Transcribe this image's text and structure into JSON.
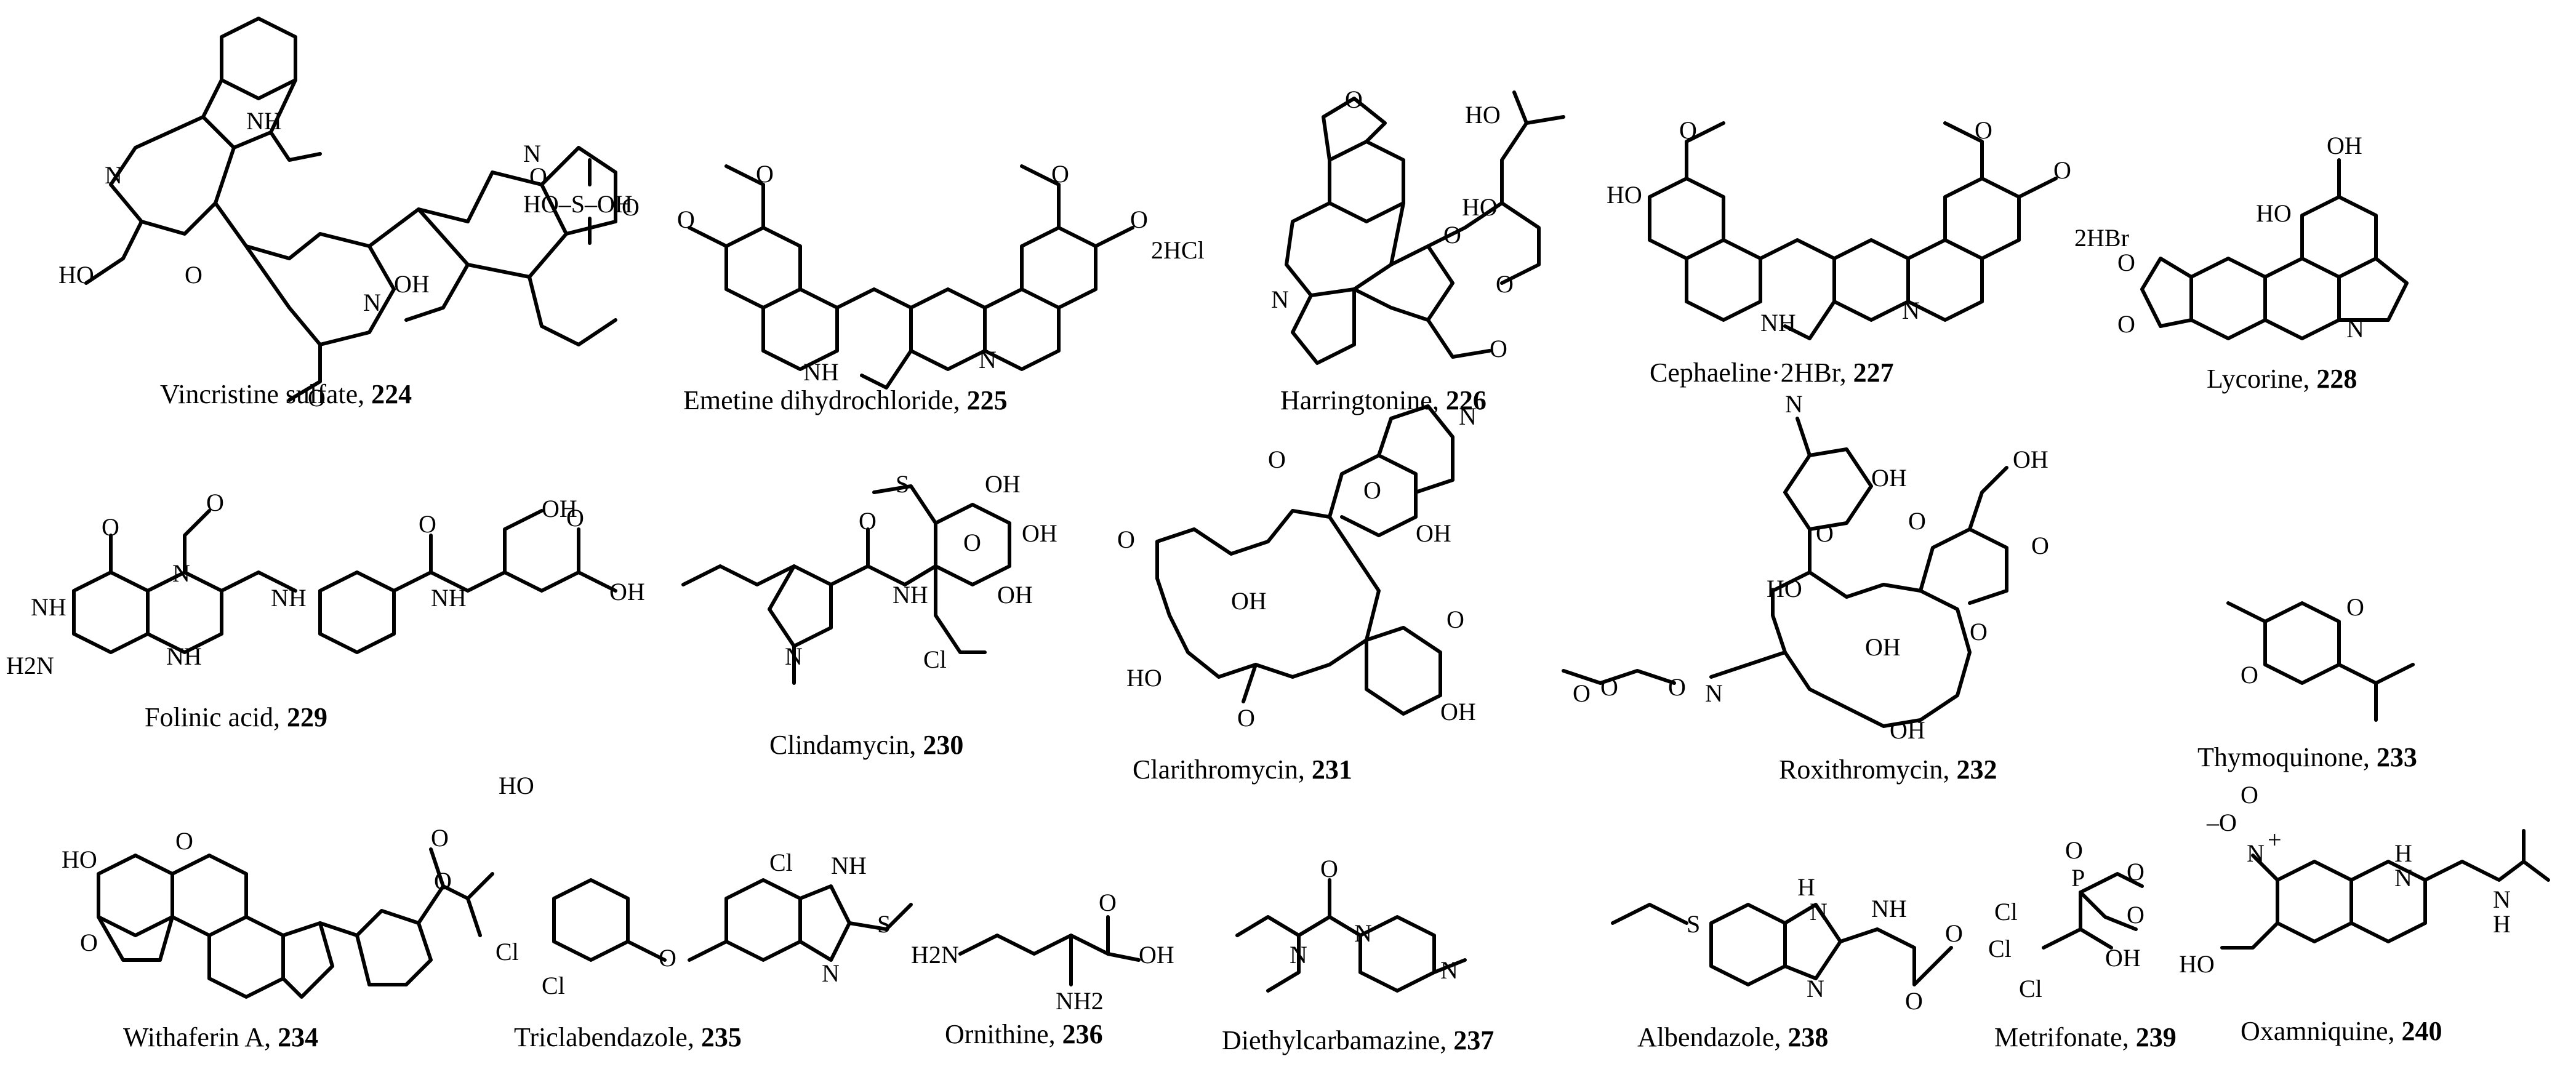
{
  "compounds": [
    {
      "id": "224",
      "name": "Vincristine sulfate, ",
      "number": "224",
      "salt": "",
      "counter": "HO–S(=O)(=O)–OH"
    },
    {
      "id": "225",
      "name": "Emetine dihydrochloride, ",
      "number": "225",
      "salt": "2HCl"
    },
    {
      "id": "226",
      "name": "Harringtonine, ",
      "number": "226",
      "salt": ""
    },
    {
      "id": "227",
      "name": "Cephaeline·2HBr, ",
      "number": "227",
      "salt": "2HBr"
    },
    {
      "id": "228",
      "name": "Lycorine, ",
      "number": "228",
      "salt": ""
    },
    {
      "id": "229",
      "name": "Folinic acid, ",
      "number": "229",
      "salt": ""
    },
    {
      "id": "230",
      "name": "Clindamycin, ",
      "number": "230",
      "salt": ""
    },
    {
      "id": "231",
      "name": "Clarithromycin, ",
      "number": "231",
      "salt": ""
    },
    {
      "id": "232",
      "name": "Roxithromycin, ",
      "number": "232",
      "salt": ""
    },
    {
      "id": "233",
      "name": "Thymoquinone, ",
      "number": "233",
      "salt": ""
    },
    {
      "id": "234",
      "name": "Withaferin A, ",
      "number": "234",
      "salt": ""
    },
    {
      "id": "235",
      "name": "Triclabendazole, ",
      "number": "235",
      "salt": ""
    },
    {
      "id": "236",
      "name": "Ornithine, ",
      "number": "236",
      "salt": ""
    },
    {
      "id": "237",
      "name": "Diethylcarbamazine, ",
      "number": "237",
      "salt": ""
    },
    {
      "id": "238",
      "name": "Albendazole, ",
      "number": "238",
      "salt": ""
    },
    {
      "id": "239",
      "name": "Metrifonate, ",
      "number": "239",
      "salt": ""
    },
    {
      "id": "240",
      "name": "Oxamniquine, ",
      "number": "240",
      "salt": ""
    }
  ],
  "atoms": {
    "nh": "NH",
    "n": "N",
    "o": "O",
    "oh": "OH",
    "ho": "HO",
    "cl": "Cl",
    "s": "S",
    "h2n": "H2N",
    "nh2": "NH2",
    "h": "H",
    "p": "P",
    "no2_n": "N",
    "plus": "+",
    "minus": "–O",
    "hcl": "2HCl",
    "hbr": "2HBr",
    "sulfate": "HO–S–OH"
  }
}
